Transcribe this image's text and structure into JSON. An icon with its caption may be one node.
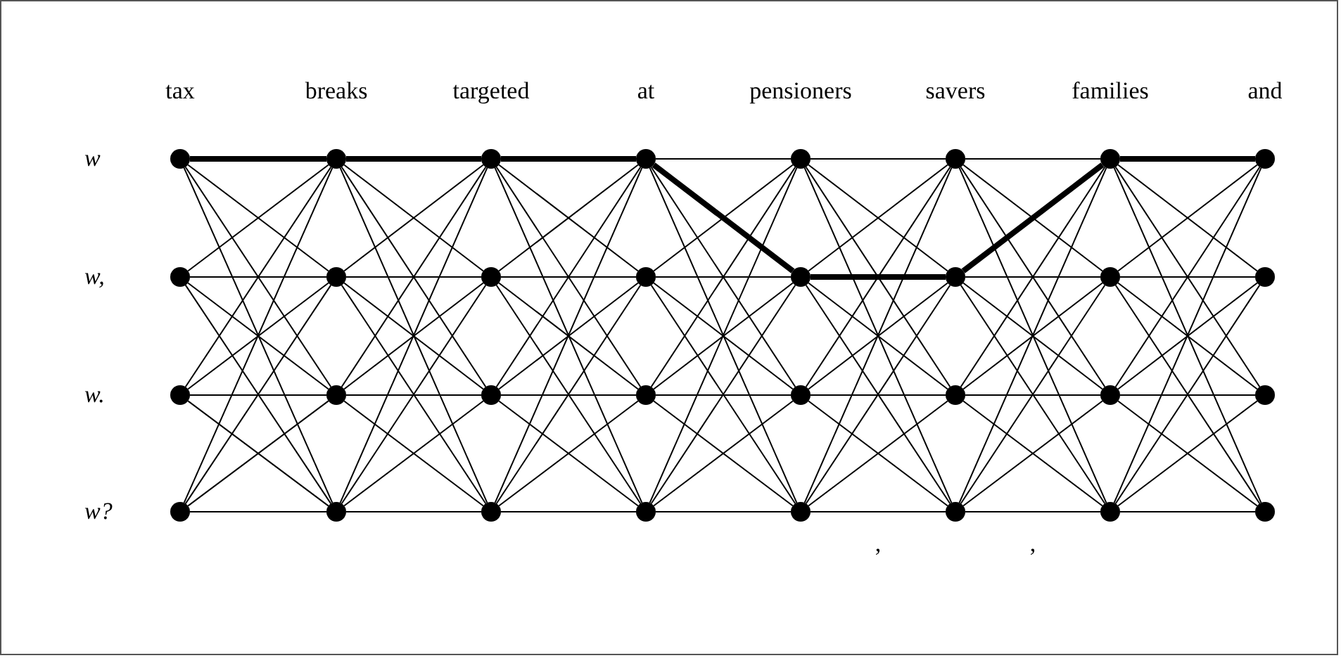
{
  "diagram": {
    "nodes": [
      {
        "text": [],
        "shape": "circle"
      },
      {
        "text": [],
        "shape": "circle"
      },
      {
        "text": [],
        "shape": "circle"
      },
      {
        "text": [],
        "shape": "circle"
      },
      {
        "text": [],
        "shape": "circle"
      },
      {
        "text": [],
        "shape": "circle"
      },
      {
        "text": [],
        "shape": "circle"
      },
      {
        "text": [],
        "shape": "circle"
      },
      {
        "text": [],
        "shape": "circle"
      },
      {
        "text": [],
        "shape": "circle"
      },
      {
        "text": [],
        "shape": "circle"
      },
      {
        "text": [],
        "shape": "circle"
      },
      {
        "text": [],
        "shape": "circle"
      },
      {
        "text": [],
        "shape": "circle"
      },
      {
        "text": [],
        "shape": "circle"
      },
      {
        "text": [],
        "shape": "circle"
      },
      {
        "text": [],
        "shape": "circle"
      },
      {
        "text": [],
        "shape": "circle"
      },
      {
        "text": [],
        "shape": "circle"
      },
      {
        "text": [],
        "shape": "circle"
      },
      {
        "text": [],
        "shape": "circle"
      },
      {
        "text": [],
        "shape": "circle"
      },
      {
        "text": [],
        "shape": "circle"
      },
      {
        "text": [],
        "shape": "circle"
      },
      {
        "text": [],
        "shape": "circle"
      },
      {
        "text": [],
        "shape": "circle"
      },
      {
        "text": [],
        "shape": "circle"
      },
      {
        "text": [],
        "shape": "circle"
      },
      {
        "text": [],
        "shape": "circle"
      },
      {
        "text": [],
        "shape": "circle"
      },
      {
        "text": [],
        "shape": "circle"
      },
      {
        "text": [],
        "shape": "circle"
      }
    ],
    "edges": [
      {
        "from": 0,
        "to": 1,
        "arrow": "none",
        "style": "thick"
      },
      {
        "from": 0,
        "to": 9,
        "arrow": "none"
      },
      {
        "from": 0,
        "to": 17,
        "arrow": "none"
      },
      {
        "from": 0,
        "to": 25,
        "arrow": "none"
      },
      {
        "from": 8,
        "to": 1,
        "arrow": "none"
      },
      {
        "from": 8,
        "to": 9,
        "arrow": "none"
      },
      {
        "from": 8,
        "to": 17,
        "arrow": "none"
      },
      {
        "from": 8,
        "to": 25,
        "arrow": "none"
      },
      {
        "from": 16,
        "to": 1,
        "arrow": "none"
      },
      {
        "from": 16,
        "to": 9,
        "arrow": "none"
      },
      {
        "from": 16,
        "to": 17,
        "arrow": "none"
      },
      {
        "from": 16,
        "to": 25,
        "arrow": "none"
      },
      {
        "from": 24,
        "to": 1,
        "arrow": "none"
      },
      {
        "from": 24,
        "to": 9,
        "arrow": "none"
      },
      {
        "from": 24,
        "to": 17,
        "arrow": "none"
      },
      {
        "from": 24,
        "to": 25,
        "arrow": "none"
      },
      {
        "from": 1,
        "to": 2,
        "arrow": "none",
        "style": "thick"
      },
      {
        "from": 1,
        "to": 10,
        "arrow": "none"
      },
      {
        "from": 1,
        "to": 18,
        "arrow": "none"
      },
      {
        "from": 1,
        "to": 26,
        "arrow": "none"
      },
      {
        "from": 9,
        "to": 2,
        "arrow": "none"
      },
      {
        "from": 9,
        "to": 10,
        "arrow": "none"
      },
      {
        "from": 9,
        "to": 18,
        "arrow": "none"
      },
      {
        "from": 9,
        "to": 26,
        "arrow": "none"
      },
      {
        "from": 17,
        "to": 2,
        "arrow": "none"
      },
      {
        "from": 17,
        "to": 10,
        "arrow": "none"
      },
      {
        "from": 17,
        "to": 18,
        "arrow": "none"
      },
      {
        "from": 17,
        "to": 26,
        "arrow": "none"
      },
      {
        "from": 25,
        "to": 2,
        "arrow": "none"
      },
      {
        "from": 25,
        "to": 10,
        "arrow": "none"
      },
      {
        "from": 25,
        "to": 18,
        "arrow": "none"
      },
      {
        "from": 25,
        "to": 26,
        "arrow": "none"
      },
      {
        "from": 2,
        "to": 3,
        "arrow": "none",
        "style": "thick"
      },
      {
        "from": 2,
        "to": 11,
        "arrow": "none"
      },
      {
        "from": 2,
        "to": 19,
        "arrow": "none"
      },
      {
        "from": 2,
        "to": 27,
        "arrow": "none"
      },
      {
        "from": 10,
        "to": 3,
        "arrow": "none"
      },
      {
        "from": 10,
        "to": 11,
        "arrow": "none"
      },
      {
        "from": 10,
        "to": 19,
        "arrow": "none"
      },
      {
        "from": 10,
        "to": 27,
        "arrow": "none"
      },
      {
        "from": 18,
        "to": 3,
        "arrow": "none"
      },
      {
        "from": 18,
        "to": 11,
        "arrow": "none"
      },
      {
        "from": 18,
        "to": 19,
        "arrow": "none"
      },
      {
        "from": 18,
        "to": 27,
        "arrow": "none"
      },
      {
        "from": 26,
        "to": 3,
        "arrow": "none"
      },
      {
        "from": 26,
        "to": 11,
        "arrow": "none"
      },
      {
        "from": 26,
        "to": 19,
        "arrow": "none"
      },
      {
        "from": 26,
        "to": 27,
        "arrow": "none"
      },
      {
        "from": 3,
        "to": 4,
        "arrow": "none"
      },
      {
        "from": 3,
        "to": 12,
        "arrow": "none",
        "style": "thick"
      },
      {
        "from": 3,
        "to": 20,
        "arrow": "none"
      },
      {
        "from": 3,
        "to": 28,
        "arrow": "none"
      },
      {
        "from": 11,
        "to": 4,
        "arrow": "none"
      },
      {
        "from": 11,
        "to": 12,
        "arrow": "none"
      },
      {
        "from": 11,
        "to": 20,
        "arrow": "none"
      },
      {
        "from": 11,
        "to": 28,
        "arrow": "none"
      },
      {
        "from": 19,
        "to": 4,
        "arrow": "none"
      },
      {
        "from": 19,
        "to": 12,
        "arrow": "none"
      },
      {
        "from": 19,
        "to": 20,
        "arrow": "none"
      },
      {
        "from": 19,
        "to": 28,
        "arrow": "none"
      },
      {
        "from": 27,
        "to": 4,
        "arrow": "none"
      },
      {
        "from": 27,
        "to": 12,
        "arrow": "none"
      },
      {
        "from": 27,
        "to": 20,
        "arrow": "none"
      },
      {
        "from": 27,
        "to": 28,
        "arrow": "none"
      },
      {
        "from": 4,
        "to": 5,
        "arrow": "none"
      },
      {
        "from": 4,
        "to": 13,
        "arrow": "none"
      },
      {
        "from": 4,
        "to": 21,
        "arrow": "none"
      },
      {
        "from": 4,
        "to": 29,
        "arrow": "none"
      },
      {
        "from": 12,
        "to": 5,
        "arrow": "none"
      },
      {
        "from": 12,
        "to": 13,
        "arrow": "none",
        "style": "thick"
      },
      {
        "from": 12,
        "to": 21,
        "arrow": "none"
      },
      {
        "from": 12,
        "to": 29,
        "arrow": "none"
      },
      {
        "from": 20,
        "to": 5,
        "arrow": "none"
      },
      {
        "from": 20,
        "to": 13,
        "arrow": "none"
      },
      {
        "from": 20,
        "to": 21,
        "arrow": "none"
      },
      {
        "from": 20,
        "to": 29,
        "arrow": "none"
      },
      {
        "from": 28,
        "to": 5,
        "arrow": "none"
      },
      {
        "from": 28,
        "to": 13,
        "arrow": "none"
      },
      {
        "from": 28,
        "to": 21,
        "arrow": "none"
      },
      {
        "from": 28,
        "to": 29,
        "arrow": "none"
      },
      {
        "from": 5,
        "to": 6,
        "arrow": "none"
      },
      {
        "from": 5,
        "to": 14,
        "arrow": "none"
      },
      {
        "from": 5,
        "to": 22,
        "arrow": "none"
      },
      {
        "from": 5,
        "to": 30,
        "arrow": "none"
      },
      {
        "from": 13,
        "to": 6,
        "arrow": "none",
        "style": "thick"
      },
      {
        "from": 13,
        "to": 14,
        "arrow": "none"
      },
      {
        "from": 13,
        "to": 22,
        "arrow": "none"
      },
      {
        "from": 13,
        "to": 30,
        "arrow": "none"
      },
      {
        "from": 21,
        "to": 6,
        "arrow": "none"
      },
      {
        "from": 21,
        "to": 14,
        "arrow": "none"
      },
      {
        "from": 21,
        "to": 22,
        "arrow": "none"
      },
      {
        "from": 21,
        "to": 30,
        "arrow": "none"
      },
      {
        "from": 29,
        "to": 6,
        "arrow": "none"
      },
      {
        "from": 29,
        "to": 14,
        "arrow": "none"
      },
      {
        "from": 29,
        "to": 22,
        "arrow": "none"
      },
      {
        "from": 29,
        "to": 30,
        "arrow": "none"
      },
      {
        "from": 6,
        "to": 7,
        "arrow": "none",
        "style": "thick"
      },
      {
        "from": 6,
        "to": 15,
        "arrow": "none"
      },
      {
        "from": 6,
        "to": 23,
        "arrow": "none"
      },
      {
        "from": 6,
        "to": 31,
        "arrow": "none"
      },
      {
        "from": 14,
        "to": 7,
        "arrow": "none"
      },
      {
        "from": 14,
        "to": 15,
        "arrow": "none"
      },
      {
        "from": 14,
        "to": 23,
        "arrow": "none"
      },
      {
        "from": 14,
        "to": 31,
        "arrow": "none"
      },
      {
        "from": 22,
        "to": 7,
        "arrow": "none"
      },
      {
        "from": 22,
        "to": 15,
        "arrow": "none"
      },
      {
        "from": 22,
        "to": 23,
        "arrow": "none"
      },
      {
        "from": 22,
        "to": 31,
        "arrow": "none"
      },
      {
        "from": 30,
        "to": 7,
        "arrow": "none"
      },
      {
        "from": 30,
        "to": 15,
        "arrow": "none"
      },
      {
        "from": 30,
        "to": 23,
        "arrow": "none"
      },
      {
        "from": 30,
        "to": 31,
        "arrow": "none"
      }
    ],
    "labels": [
      "tax",
      "breaks",
      "targeted",
      "at",
      "pensioners",
      "savers",
      "families",
      "and",
      "w",
      "w,",
      "w.",
      "w?",
      ",",
      ","
    ]
  }
}
